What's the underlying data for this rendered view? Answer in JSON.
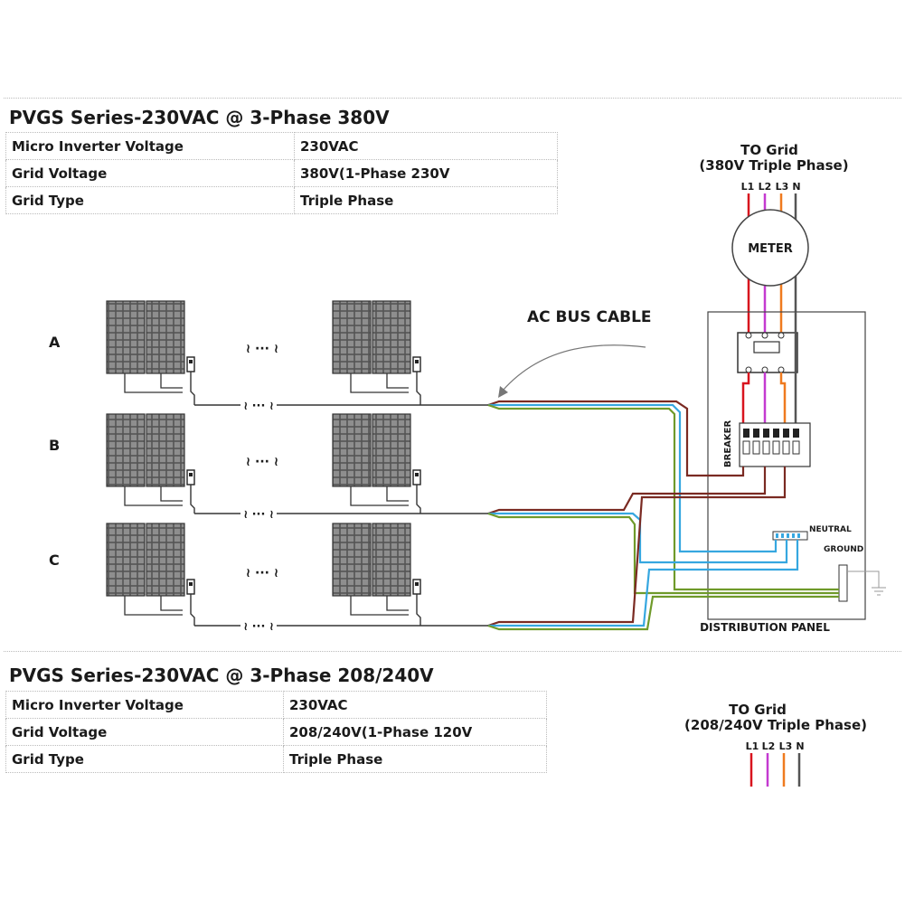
{
  "sections": [
    {
      "title": "PVGS Series-230VAC @ 3-Phase 380V",
      "rows": [
        {
          "label": "Micro Inverter Voltage",
          "value": "230VAC"
        },
        {
          "label": "Grid  Voltage",
          "value": "380V(1-Phase 230V"
        },
        {
          "label": "Grid Type",
          "value": "Triple Phase"
        }
      ],
      "grid_label_1": "TO Grid",
      "grid_label_2": "(380V Triple Phase)"
    },
    {
      "title": "PVGS Series-230VAC @ 3-Phase 208/240V",
      "rows": [
        {
          "label": "Micro Inverter Voltage",
          "value": "230VAC"
        },
        {
          "label": "Grid  Voltage",
          "value": "208/240V(1-Phase 120V"
        },
        {
          "label": "Grid Type",
          "value": "Triple Phase"
        }
      ],
      "grid_label_1": "TO Grid",
      "grid_label_2": "(208/240V Triple Phase)"
    }
  ],
  "diagram": {
    "phase_labels": [
      "L1",
      "L2",
      "L3",
      "N"
    ],
    "meter_label": "METER",
    "breaker_label": "BREAKER",
    "neutral_label": "NEUTRAL",
    "ground_label": "GROUND",
    "panel_label": "DISTRIBUTION PANEL",
    "bus_cable_label": "AC BUS CABLE",
    "rows": [
      "A",
      "B",
      "C"
    ],
    "gap_mark": "≀ ··· ≀",
    "break_mark": "≀ ··· ≀"
  },
  "colors": {
    "L1": "#d8141e",
    "L2": "#c43ad0",
    "L3": "#ef7a1f",
    "N": "#7a7a7a",
    "brown": "#7a2a22",
    "blue": "#36a7e0",
    "green": "#6f9a2a",
    "panel": "#3c3c3c"
  }
}
